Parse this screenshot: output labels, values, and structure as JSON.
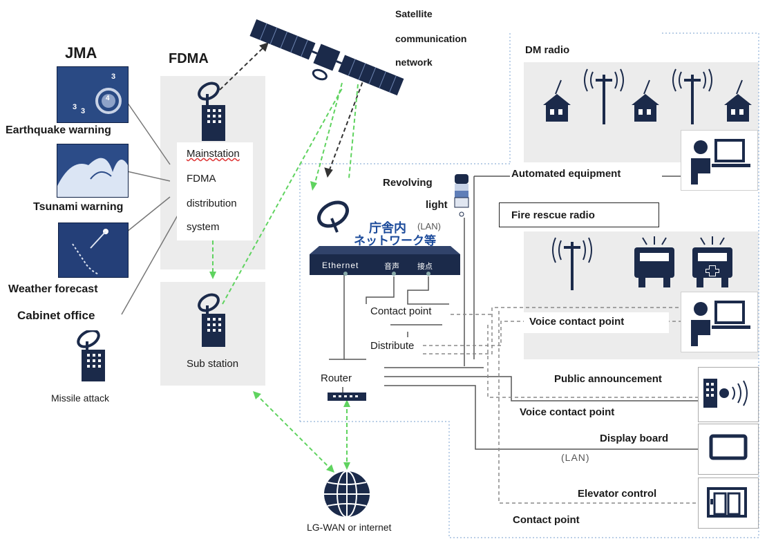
{
  "left": {
    "jma": "JMA",
    "earthquake_warning": "Earthquake warning",
    "tsunami_warning": "Tsunami warning",
    "weather_forecast": "Weather forecast",
    "cabinet_office": "Cabinet office",
    "missile_attack": "Missile attack",
    "quake_intensity_a": "3",
    "quake_intensity_b": "3",
    "quake_intensity_c": "3",
    "quake_intensity_d": "4"
  },
  "fdma": {
    "title": "FDMA",
    "main_line1": "Mainstation",
    "main_line2": "FDMA",
    "main_line3": "distribution",
    "main_line4": "system",
    "sub_station": "Sub station"
  },
  "satellite": {
    "line1": "Satellite",
    "line2": "communication",
    "line3": "network"
  },
  "center": {
    "revolving_line1": "Revolving",
    "revolving_line2": "light",
    "lan_jp_line1": "庁舎内",
    "lan_tag": "(LAN)",
    "lan_jp_line2": "ネットワーク等",
    "port_ethernet": "Ethernet",
    "port_voice": "音声",
    "port_contact": "接点",
    "contact_point": "Contact point",
    "distribute": "Distribute",
    "router": "Router",
    "lgwan": "LG-WAN or internet"
  },
  "right": {
    "dm_radio": "DM radio",
    "automated_equipment": "Automated equipment",
    "fire_rescue_radio": "Fire rescue radio",
    "voice_contact_point_1": "Voice contact point",
    "public_announcement": "Public announcement",
    "voice_contact_point_2": "Voice contact point",
    "display_board": "Display board",
    "display_lan": "(LAN)",
    "elevator_control": "Elevator control",
    "contact_point": "Contact point"
  },
  "colors": {
    "navy": "#1b2a4a",
    "green_link": "#5fd35f",
    "panel_gray": "#ececec",
    "dotted_blue": "#8fb0d8"
  }
}
